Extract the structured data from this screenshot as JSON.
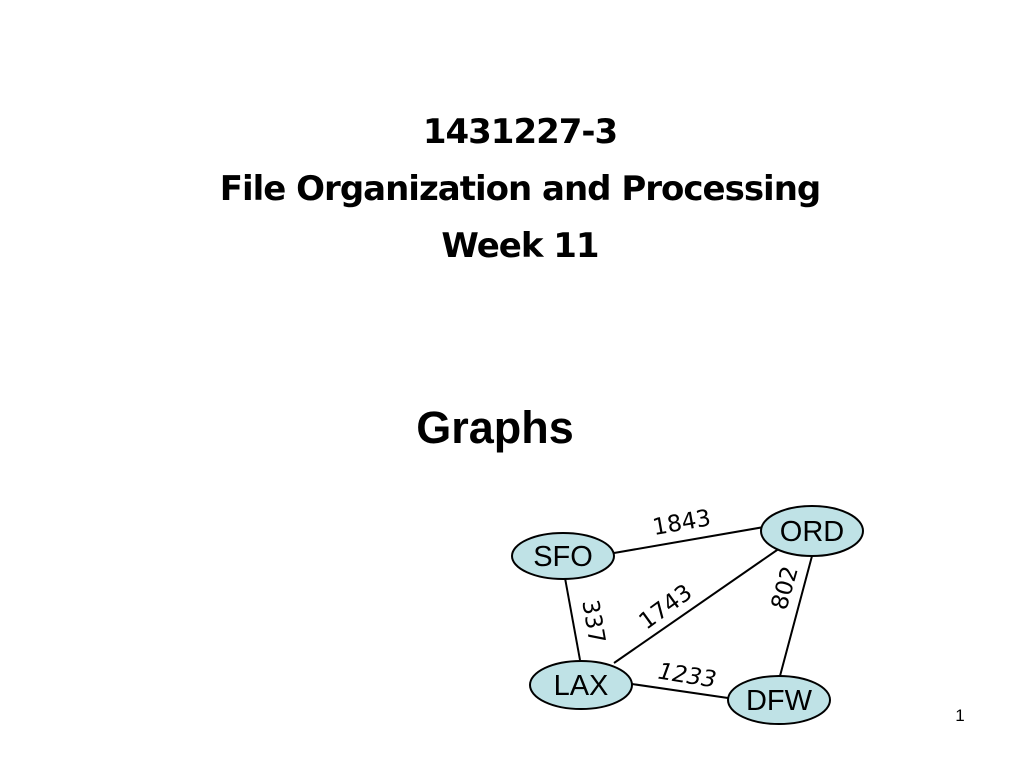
{
  "slide": {
    "title_lines": [
      "1431227-3",
      "File Organization and Processing",
      "Week 11"
    ],
    "subtitle": "Graphs",
    "page_number": "1"
  },
  "graph": {
    "node_fill": "#bfe2e6",
    "nodes": [
      {
        "id": "SFO",
        "label": "SFO"
      },
      {
        "id": "ORD",
        "label": "ORD"
      },
      {
        "id": "LAX",
        "label": "LAX"
      },
      {
        "id": "DFW",
        "label": "DFW"
      }
    ],
    "edges": [
      {
        "from": "SFO",
        "to": "ORD",
        "label": "1843"
      },
      {
        "from": "SFO",
        "to": "LAX",
        "label": "337"
      },
      {
        "from": "LAX",
        "to": "ORD",
        "label": "1743"
      },
      {
        "from": "ORD",
        "to": "DFW",
        "label": "802"
      },
      {
        "from": "LAX",
        "to": "DFW",
        "label": "1233"
      }
    ]
  }
}
